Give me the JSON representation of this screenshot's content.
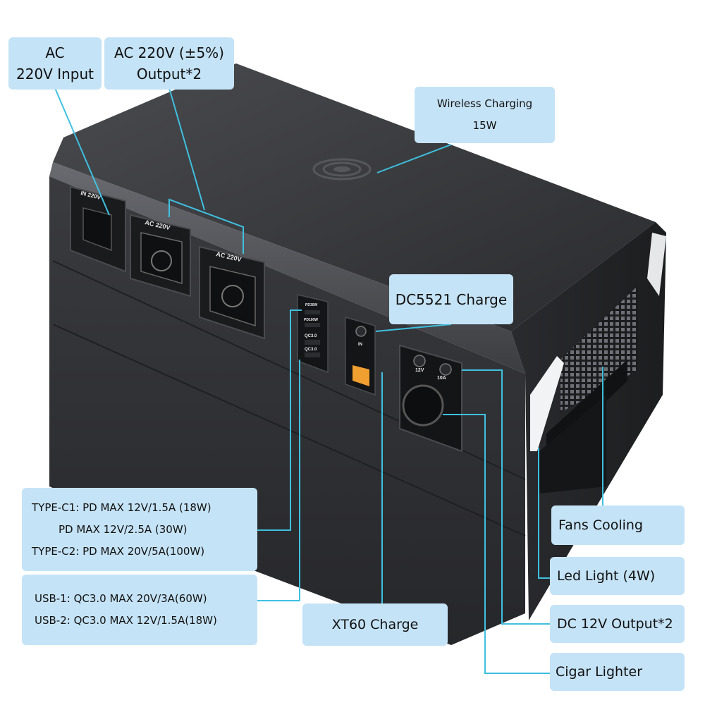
{
  "panel_labels": {
    "in_220v": "IN 220V",
    "ac_220v_1": "AC 220V",
    "ac_220v_2": "AC 220V",
    "pd_label": "PD30W",
    "pd100_label": "PD100W",
    "qc_label_1": "QC3.0",
    "qc_label_2": "QC3.0",
    "dc_in": "IN",
    "dc_12v": "12V",
    "dc_10a": "10A"
  },
  "callouts": {
    "ac_input": {
      "line1": "AC",
      "line2": "220V Input"
    },
    "ac_output": {
      "line1": "AC 220V (±5%)",
      "line2": "Output*2"
    },
    "wireless": {
      "line1": "Wireless Charging",
      "line2": "15W"
    },
    "dc5521": {
      "text": "DC5521 Charge"
    },
    "type_c": {
      "line1": "TYPE-C1: PD MAX 12V/1.5A (18W)",
      "line2": "PD MAX 12V/2.5A (30W)",
      "line3": "TYPE-C2: PD MAX 20V/5A(100W)"
    },
    "usb": {
      "line1": "USB-1: QC3.0 MAX 20V/3A(60W)",
      "line2": "USB-2: QC3.0 MAX 12V/1.5A(18W)"
    },
    "xt60": {
      "text": "XT60 Charge"
    },
    "fans": {
      "text": "Fans Cooling"
    },
    "led": {
      "text": "Led Light (4W)"
    },
    "dc12v": {
      "text": "DC 12V Output*2"
    },
    "cigar": {
      "text": "Cigar Lighter"
    }
  },
  "colors": {
    "callout_bg": "#c5e3f6",
    "leader_line": "#3fc0e0",
    "body_dark": "#2c2d2f",
    "top_dark": "#3a3b3e",
    "xt60_orange": "#f0a030"
  }
}
